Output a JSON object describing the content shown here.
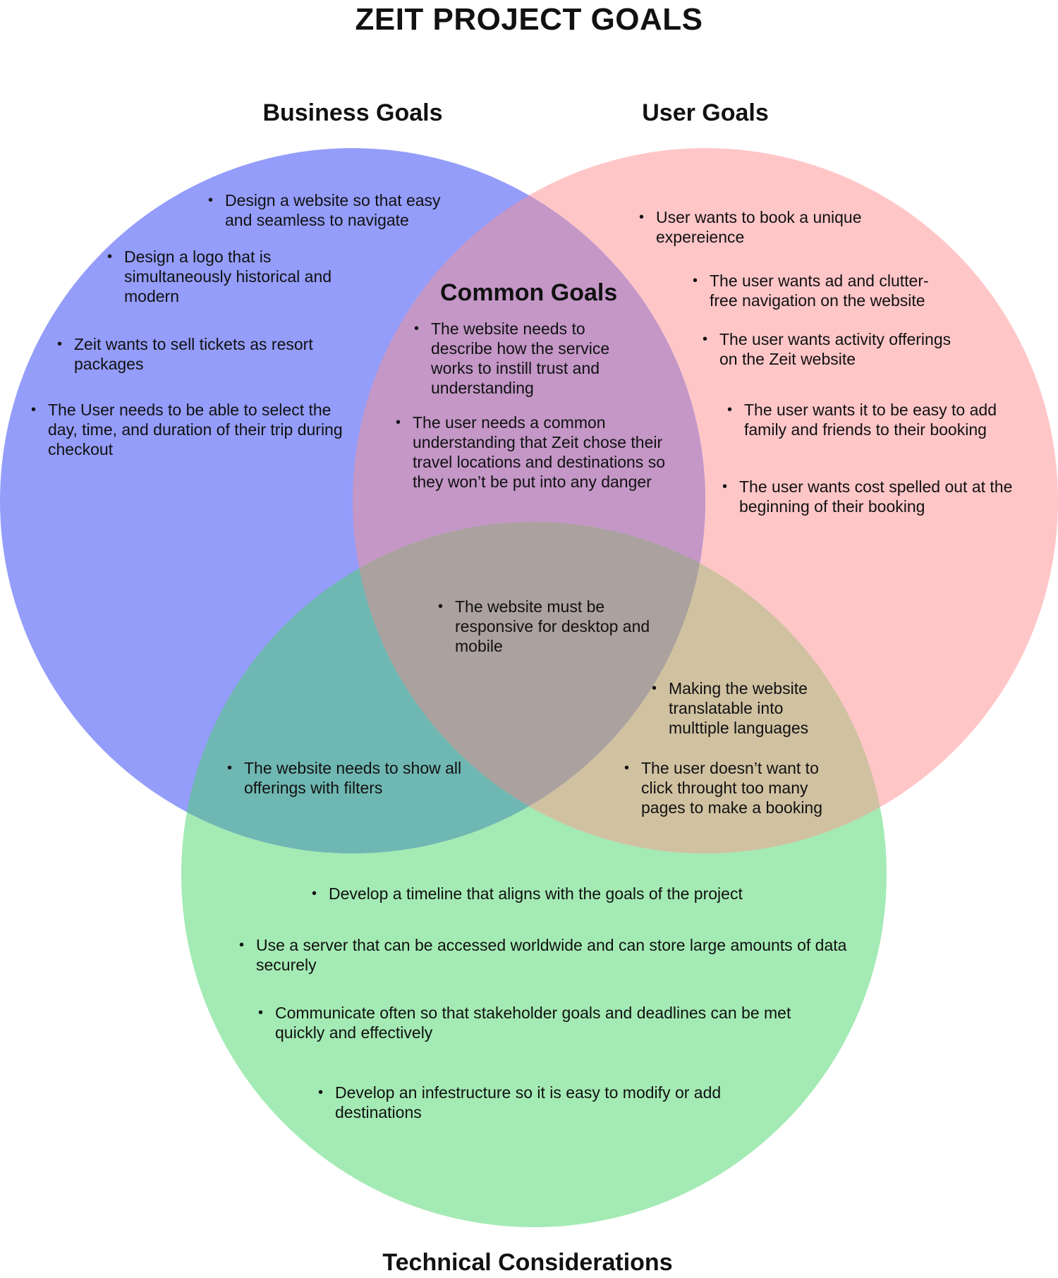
{
  "title": "ZEIT PROJECT GOALS",
  "colors": {
    "business": "#949dfa",
    "user": "#ffc6c8",
    "technical": "#a4eab4",
    "business_user": "#c497c7",
    "business_technical": "#6fb7b2",
    "user_technical": "#d0c1a1",
    "all_three": "#aba19f"
  },
  "sets": {
    "business": {
      "label": "Business Goals"
    },
    "user": {
      "label": "User Goals"
    },
    "technical": {
      "label": "Technical Considerations"
    }
  },
  "business_only": [
    "Design a website so that easy and seamless to navigate",
    "Design a logo that is simultaneously  historical and modern",
    "Zeit wants to sell tickets as resort packages",
    "The User needs to be able to select the day, time, and duration of their trip during checkout"
  ],
  "user_only": [
    "User wants to book a unique expereience",
    "The user wants ad and clutter-free navigation on the website",
    "The user wants activity offerings on the Zeit website",
    "The user wants it to be easy to add family and friends to their booking",
    "The user wants cost spelled out at the beginning of their booking"
  ],
  "common": {
    "label": "Common Goals",
    "items": [
      "The website needs to describe how the service works to instill trust and understanding",
      "The user needs a common understanding that Zeit chose their travel locations and destinations so they won’t be put into any danger"
    ]
  },
  "all_three": [
    "The website must be responsive for desktop and mobile"
  ],
  "user_technical": [
    "Making the website translatable into multtiple languages",
    "The user doesn’t want to click throught too many pages to make a booking"
  ],
  "business_technical": [
    "The website needs to show all offerings with filters"
  ],
  "technical_only": [
    "Develop a timeline that aligns with the goals of the project",
    "Use a server that can be accessed worldwide and can store large amounts of data securely",
    "Communicate often so that stakeholder goals and deadlines can be met quickly and effectively",
    "Develop an infestructure so it is easy to modify or add destinations"
  ]
}
